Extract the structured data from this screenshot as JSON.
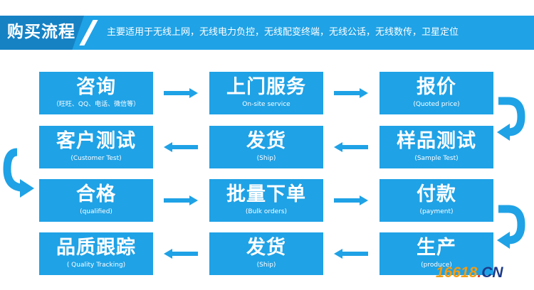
{
  "header": {
    "title": "购买流程",
    "description": "主要适用于无线上网，无线电力负控，无线配变终端，无线公话，无线数传，卫星定位"
  },
  "steps": {
    "consult": {
      "title": "咨询",
      "subtitle": "（旺旺、QQ、电话、微信等）"
    },
    "onsite": {
      "title": "上门服务",
      "subtitle": "On-site service"
    },
    "quote": {
      "title": "报价",
      "subtitle": "(Quoted price)"
    },
    "customer_test": {
      "title": "客户测试",
      "subtitle": "(Customer Test)"
    },
    "ship_1": {
      "title": "发货",
      "subtitle": "(Ship)"
    },
    "sample_test": {
      "title": "样品测试",
      "subtitle": "(Sample Test)"
    },
    "qualified": {
      "title": "合格",
      "subtitle": "(qualified)"
    },
    "bulk_orders": {
      "title": "批量下单",
      "subtitle": "(Bulk orders)"
    },
    "payment": {
      "title": "付款",
      "subtitle": "(payment)"
    },
    "quality_tracking": {
      "title": "品质跟踪",
      "subtitle": "( Quality Tracking)"
    },
    "ship_2": {
      "title": "发货",
      "subtitle": "(Ship)"
    },
    "produce": {
      "title": "生产",
      "subtitle": "(produce)"
    }
  },
  "watermark": {
    "num": "16618",
    "dot": ".",
    "cn": "CN"
  },
  "colors": {
    "box": "#1fa2e6",
    "header": "#1fa2e6",
    "header_tab": "#1682c4",
    "arrow": "#1fa2e6",
    "text": "#ffffff"
  }
}
